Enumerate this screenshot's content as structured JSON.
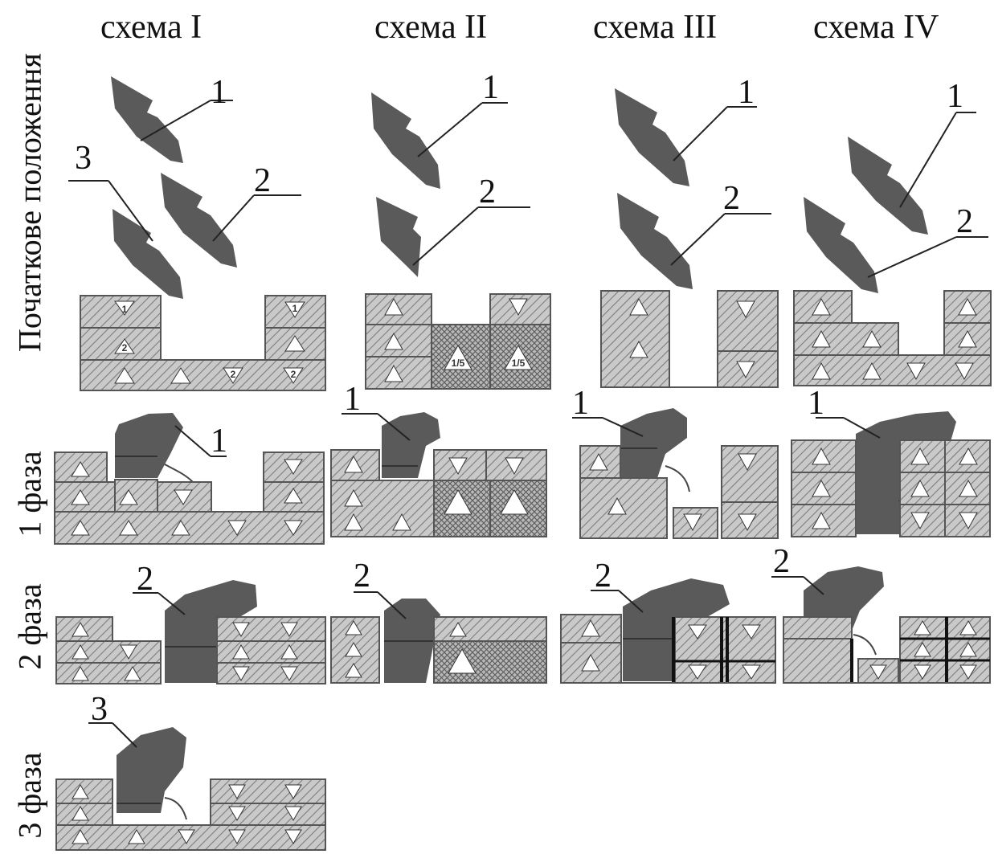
{
  "schemes": [
    "схема I",
    "схема II",
    "схема III",
    "схема IV"
  ],
  "rows": [
    "Початкове положення",
    "1 фаза",
    "2 фаза",
    "3 фаза"
  ],
  "callouts": {
    "one": "1",
    "two": "2",
    "three": "3"
  },
  "block_labels": {
    "a": "1",
    "b": "2",
    "c": "1/5"
  },
  "colors": {
    "tool": "#5a5a5a",
    "soil_hatch": "#8c8c8c",
    "soil_bg": "#c9c9c9",
    "frame": "#555555",
    "text": "#111111"
  },
  "icons": [
    "plough-body-icon",
    "soil-block",
    "triangle-marker"
  ]
}
